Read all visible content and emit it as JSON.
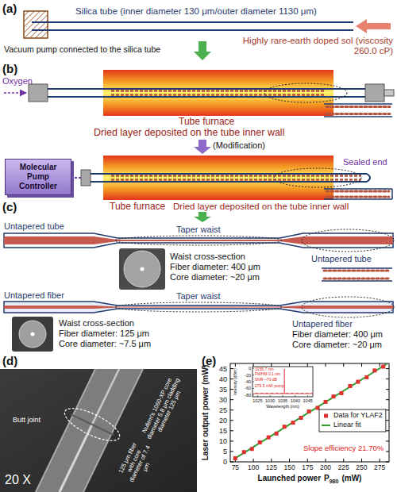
{
  "diagram": {
    "nodes": [
      {
        "text": [
          "Molecular Pump Controller"
        ]
      }
    ],
    "labels": [
      "(a)",
      "Silica tube (inner diameter 130 μm/outer diameter 1130 μm)",
      "Highly rare-earth doped sol (viscosity 260.0 cP)",
      "Vacuum pump connected to the silica tube",
      "(b)",
      "Oxygen",
      "Tube furnace",
      "Dried layer deposited on the tube inner wall",
      "(Modification)",
      "Tube furnace",
      "Dried layer deposited on the tube inner wall",
      "Sealed end",
      "(c)",
      "Untapered tube",
      "Taper waist",
      "Untapered tube",
      "Waist cross-section",
      "Fiber diameter: 400 μm",
      "Core diameter: ~20 μm",
      "Untapered fiber",
      "Taper waist",
      "Waist cross-section",
      "Fiber diameter: 125 μm",
      "Core diameter: ~7.5 μm",
      "Untapered fiber",
      "Fiber diameter: 400 μm",
      "Core diameter: ~20 μm",
      "(d)",
      "Nufern's 1060-XP core diameter 5.8 μm cladding diameter 125 μm",
      "Butt joint",
      "125 μm fiber with core diameter of 7.4 μm",
      "20 X",
      "(e)",
      "Laser output power (mW)",
      "Launched power",
      "P",
      "980",
      "(mW)",
      "0",
      "5",
      "10",
      "15",
      "20",
      "25",
      "30",
      "35",
      "40",
      "45",
      "75",
      "100",
      "125",
      "150",
      "175",
      "200",
      "225",
      "250",
      "275",
      "Slope efficiency 21.70%",
      "1035.7 nm",
      "FWHM 0.1 nm",
      "279.5 mW pump",
      "SNR ~70 dB",
      "Intensity (dBm)",
      "Wavelength (nm)",
      "1025",
      "1030",
      "1035",
      "1040",
      "1045",
      "0",
      "-20",
      "-40",
      "-60",
      "-80"
    ],
    "legend": [
      {
        "text": "Data for YLAF2"
      },
      {
        "text": "Linear fit"
      }
    ]
  }
}
